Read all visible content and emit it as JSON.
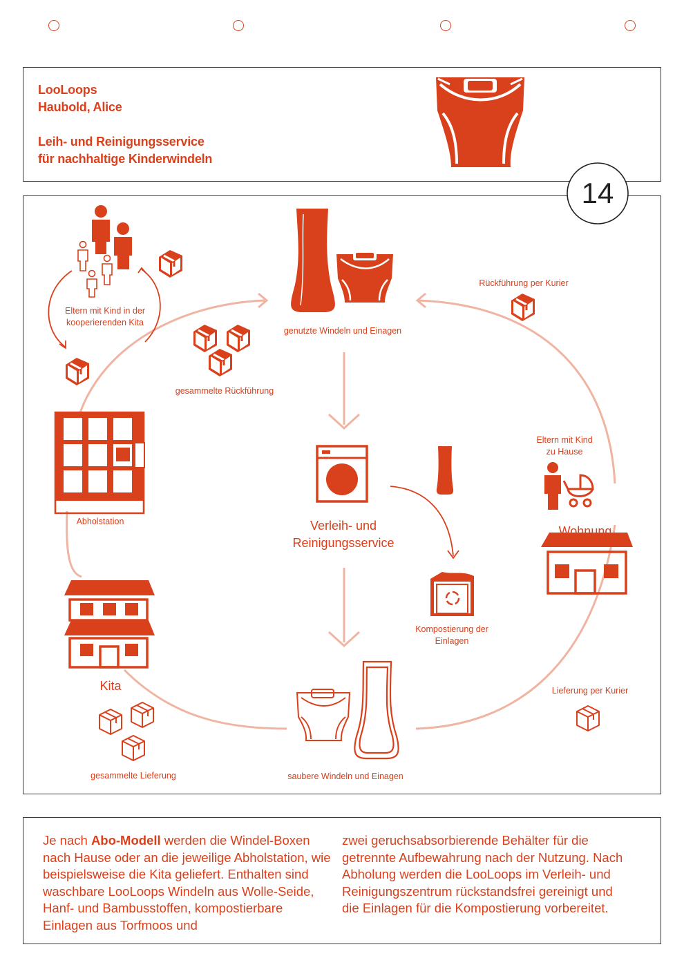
{
  "header": {
    "line1": "LooLoops",
    "line2": "Haubold, Alice",
    "line3": "Leih- und Reinigungsservice",
    "line4": "für nachhaltige Kinderwindeln"
  },
  "page_number": "14",
  "diagram": {
    "used": "genutzte Windeln und Einagen",
    "return_courier": "Rückführung per Kurier",
    "parents_kita": "Eltern mit Kind in der kooperierenden Kita",
    "collected_return": "gesammelte Rückführung",
    "pickup_station": "Abholstation",
    "service_line1": "Verleih- und",
    "service_line2": "Reinigungsservice",
    "compost": "Kompostierung der Einlagen",
    "parents_home_line1": "Eltern mit Kind",
    "parents_home_line2": "zu Hause",
    "home": "Wohnung",
    "kita": "Kita",
    "delivery_courier": "Lieferung per Kurier",
    "collected_delivery": "gesammelte Lieferung",
    "clean": "saubere Windeln und Einagen"
  },
  "description": {
    "col1_pre": "Je nach ",
    "col1_bold": "Abo-Modell",
    "col1_post": " werden die Windel-Boxen nach Hause oder an die jeweilige Abholstation, wie beispielsweise die Kita geliefert. Enthalten sind waschbare LooLoops Windeln aus Wolle-Seide, Hanf- und Bambusstoffen, kompostierbare Einlagen aus Torfmoos und",
    "col2": "zwei geruchsabsorbierende Behälter für die getrennte Aufbewahrung nach der Nutzung. Nach Abholung werden die LooLoops im Verleih- und Reinigungszentrum rückstandsfrei gereinigt und die Einlagen für die Kompostierung vorbereitet."
  },
  "colors": {
    "accent": "#d9401c",
    "ring": "#f0b4a2",
    "border": "#3a3a3a"
  },
  "icons": [
    "diaper-icon",
    "insert-icon",
    "box-icon",
    "washing-machine-icon",
    "compost-bin-icon",
    "house-icon",
    "kita-building-icon",
    "pickup-locker-icon",
    "family-icon",
    "stroller-icon"
  ]
}
